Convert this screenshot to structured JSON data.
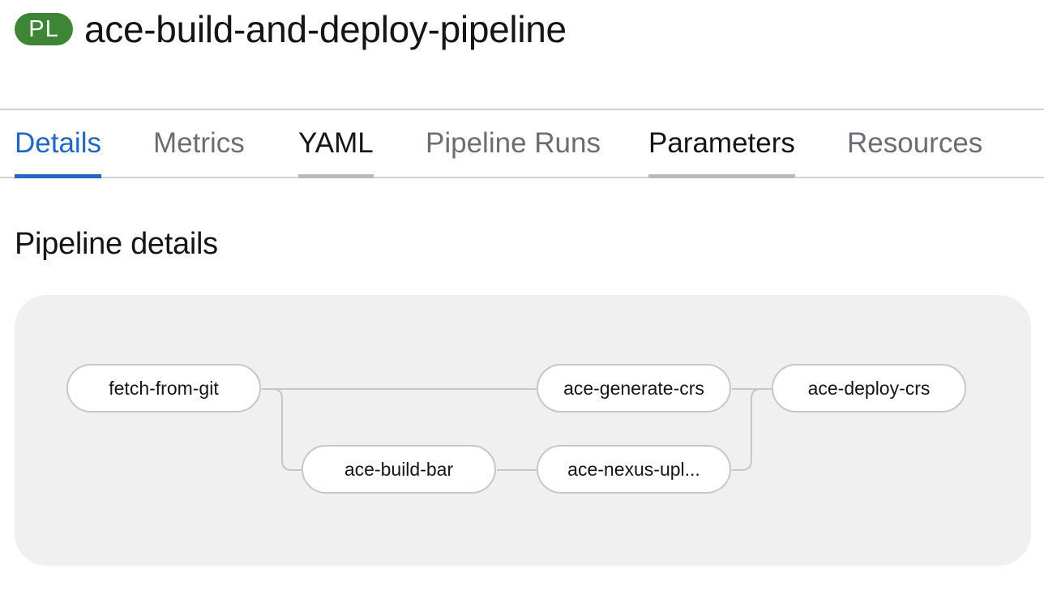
{
  "header": {
    "badge": "PL",
    "badge_color": "#3e8635",
    "title": "ace-build-and-deploy-pipeline"
  },
  "tabs": [
    {
      "label": "Details",
      "state": "active"
    },
    {
      "label": "Metrics",
      "state": "normal"
    },
    {
      "label": "YAML",
      "state": "hovered"
    },
    {
      "label": "Pipeline Runs",
      "state": "normal"
    },
    {
      "label": "Parameters",
      "state": "hovered"
    },
    {
      "label": "Resources",
      "state": "normal"
    }
  ],
  "section": {
    "title": "Pipeline details"
  },
  "pipeline": {
    "tasks": [
      {
        "id": "fetch-from-git",
        "label": "fetch-from-git"
      },
      {
        "id": "ace-build-bar",
        "label": "ace-build-bar"
      },
      {
        "id": "ace-generate-crs",
        "label": "ace-generate-crs"
      },
      {
        "id": "ace-nexus-upload",
        "label": "ace-nexus-upl..."
      },
      {
        "id": "ace-deploy-crs",
        "label": "ace-deploy-crs"
      }
    ],
    "edges": [
      {
        "from": "fetch-from-git",
        "to": "ace-generate-crs"
      },
      {
        "from": "fetch-from-git",
        "to": "ace-build-bar"
      },
      {
        "from": "ace-build-bar",
        "to": "ace-nexus-upload"
      },
      {
        "from": "ace-generate-crs",
        "to": "ace-deploy-crs"
      },
      {
        "from": "ace-nexus-upload",
        "to": "ace-deploy-crs"
      }
    ]
  },
  "colors": {
    "accent": "#1f67c2",
    "edge": "#c7c7c7",
    "panel": "#f0f0f0"
  }
}
